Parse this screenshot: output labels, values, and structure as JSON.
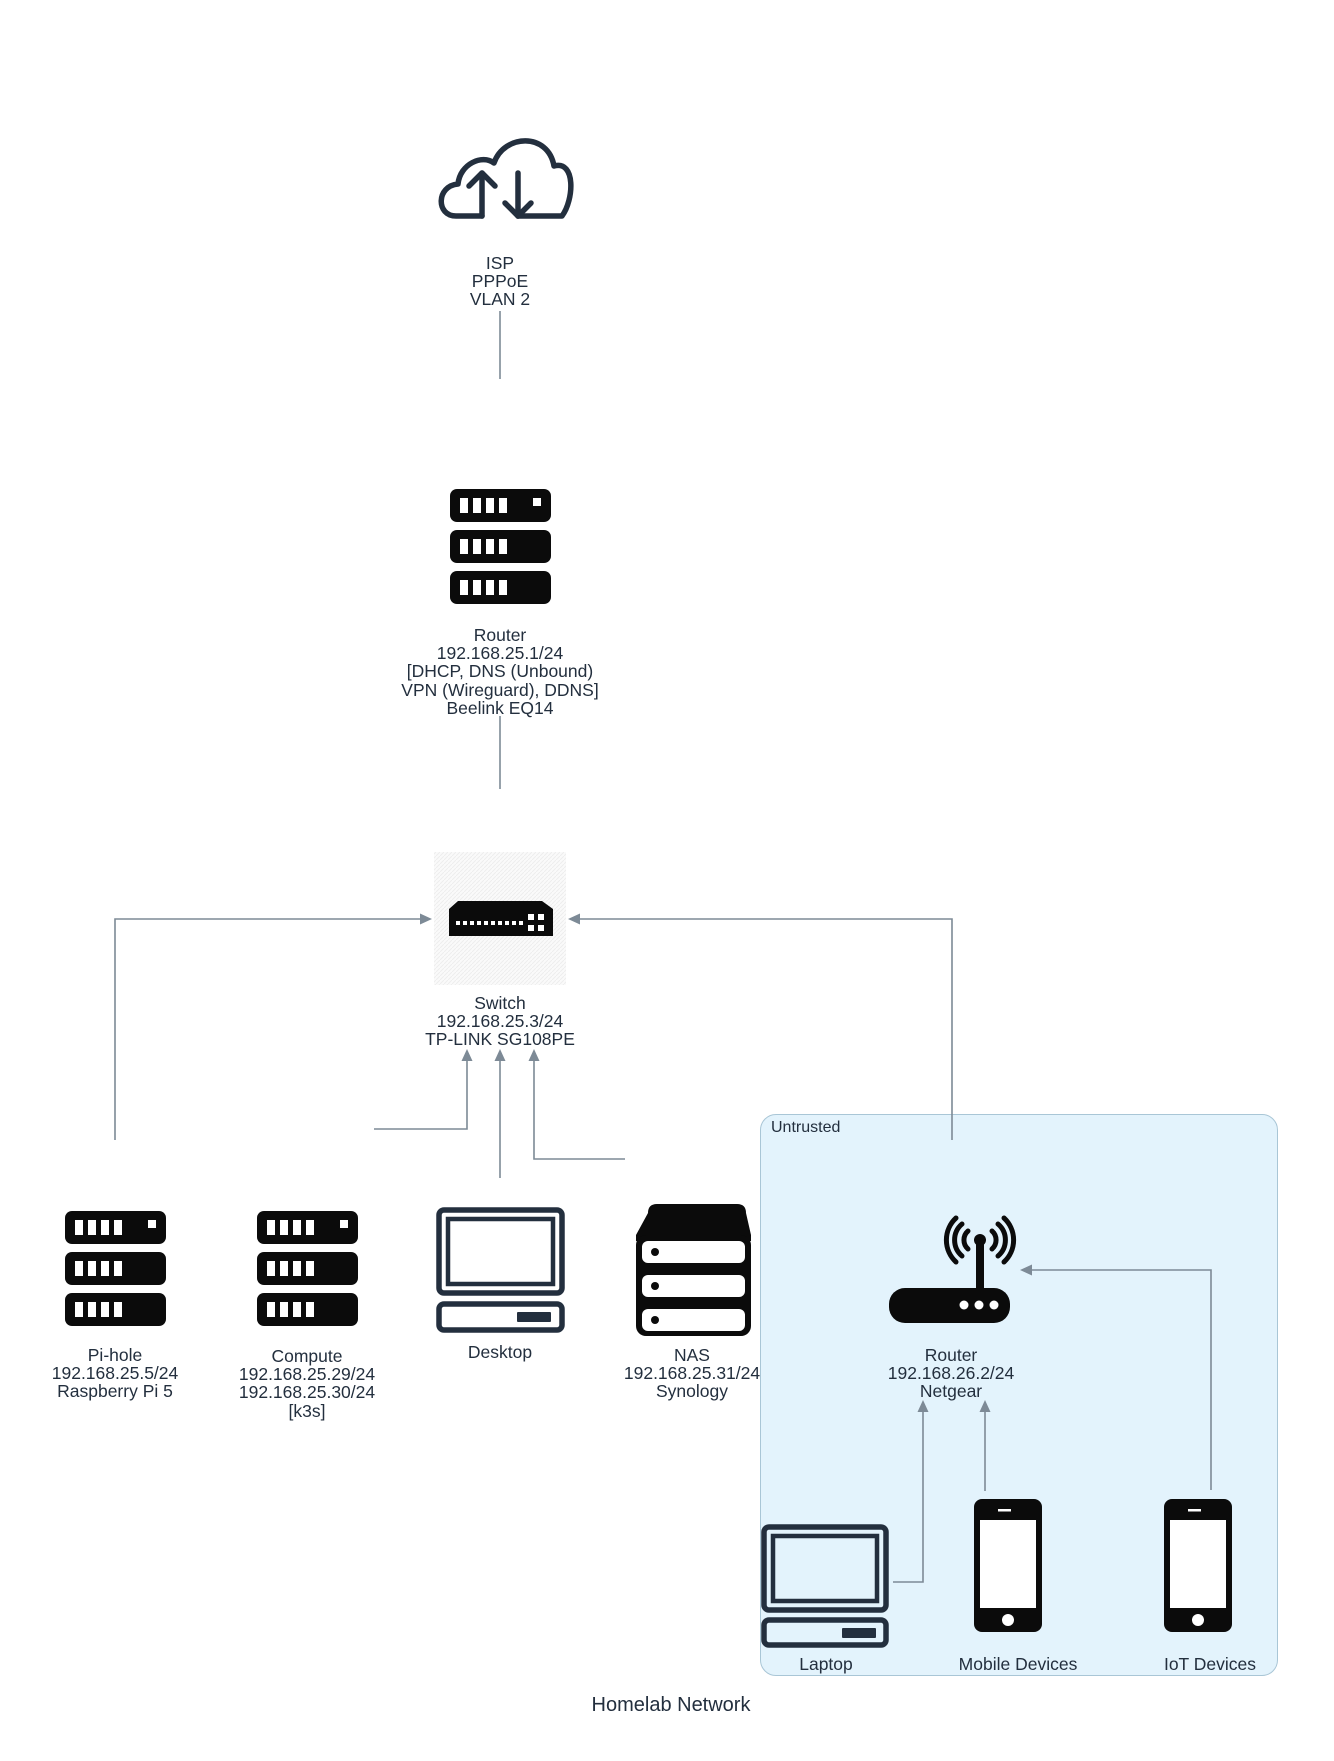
{
  "diagram_title": "Homelab Network",
  "zone": {
    "label": "Untrusted"
  },
  "nodes": {
    "isp": {
      "icon": "cloud-upload-download-icon",
      "lines": [
        "ISP",
        "PPPoE",
        "VLAN 2"
      ]
    },
    "router_main": {
      "icon": "server-rack-icon",
      "lines": [
        "Router",
        "192.168.25.1/24",
        "[DHCP, DNS (Unbound)",
        "VPN (Wireguard), DDNS]",
        "Beelink EQ14"
      ]
    },
    "switch": {
      "icon": "network-switch-icon",
      "lines": [
        "Switch",
        "192.168.25.3/24",
        "TP-LINK SG108PE"
      ]
    },
    "pihole": {
      "icon": "server-rack-icon",
      "lines": [
        "Pi-hole",
        "192.168.25.5/24",
        "Raspberry Pi 5"
      ]
    },
    "compute": {
      "icon": "server-rack-icon",
      "lines": [
        "Compute",
        "192.168.25.29/24",
        "192.168.25.30/24",
        "[k3s]"
      ]
    },
    "desktop": {
      "icon": "desktop-computer-icon",
      "lines": [
        "Desktop"
      ]
    },
    "nas": {
      "icon": "storage-stack-icon",
      "lines": [
        "NAS",
        "192.168.25.31/24",
        "Synology"
      ]
    },
    "router_guest": {
      "icon": "wireless-router-icon",
      "lines": [
        "Router",
        "192.168.26.2/24",
        "Netgear"
      ]
    },
    "laptop": {
      "icon": "laptop-icon",
      "lines": [
        "Laptop"
      ]
    },
    "mobile": {
      "icon": "smartphone-icon",
      "lines": [
        "Mobile Devices"
      ]
    },
    "iot": {
      "icon": "smartphone-icon",
      "lines": [
        "IoT Devices"
      ]
    }
  },
  "colors": {
    "edge": "#7d8a96",
    "zone_fill": "#e3f3fc",
    "zone_border": "#a9c6d6",
    "icon_dark": "#0b0b0b",
    "icon_navy": "#232f3e"
  }
}
